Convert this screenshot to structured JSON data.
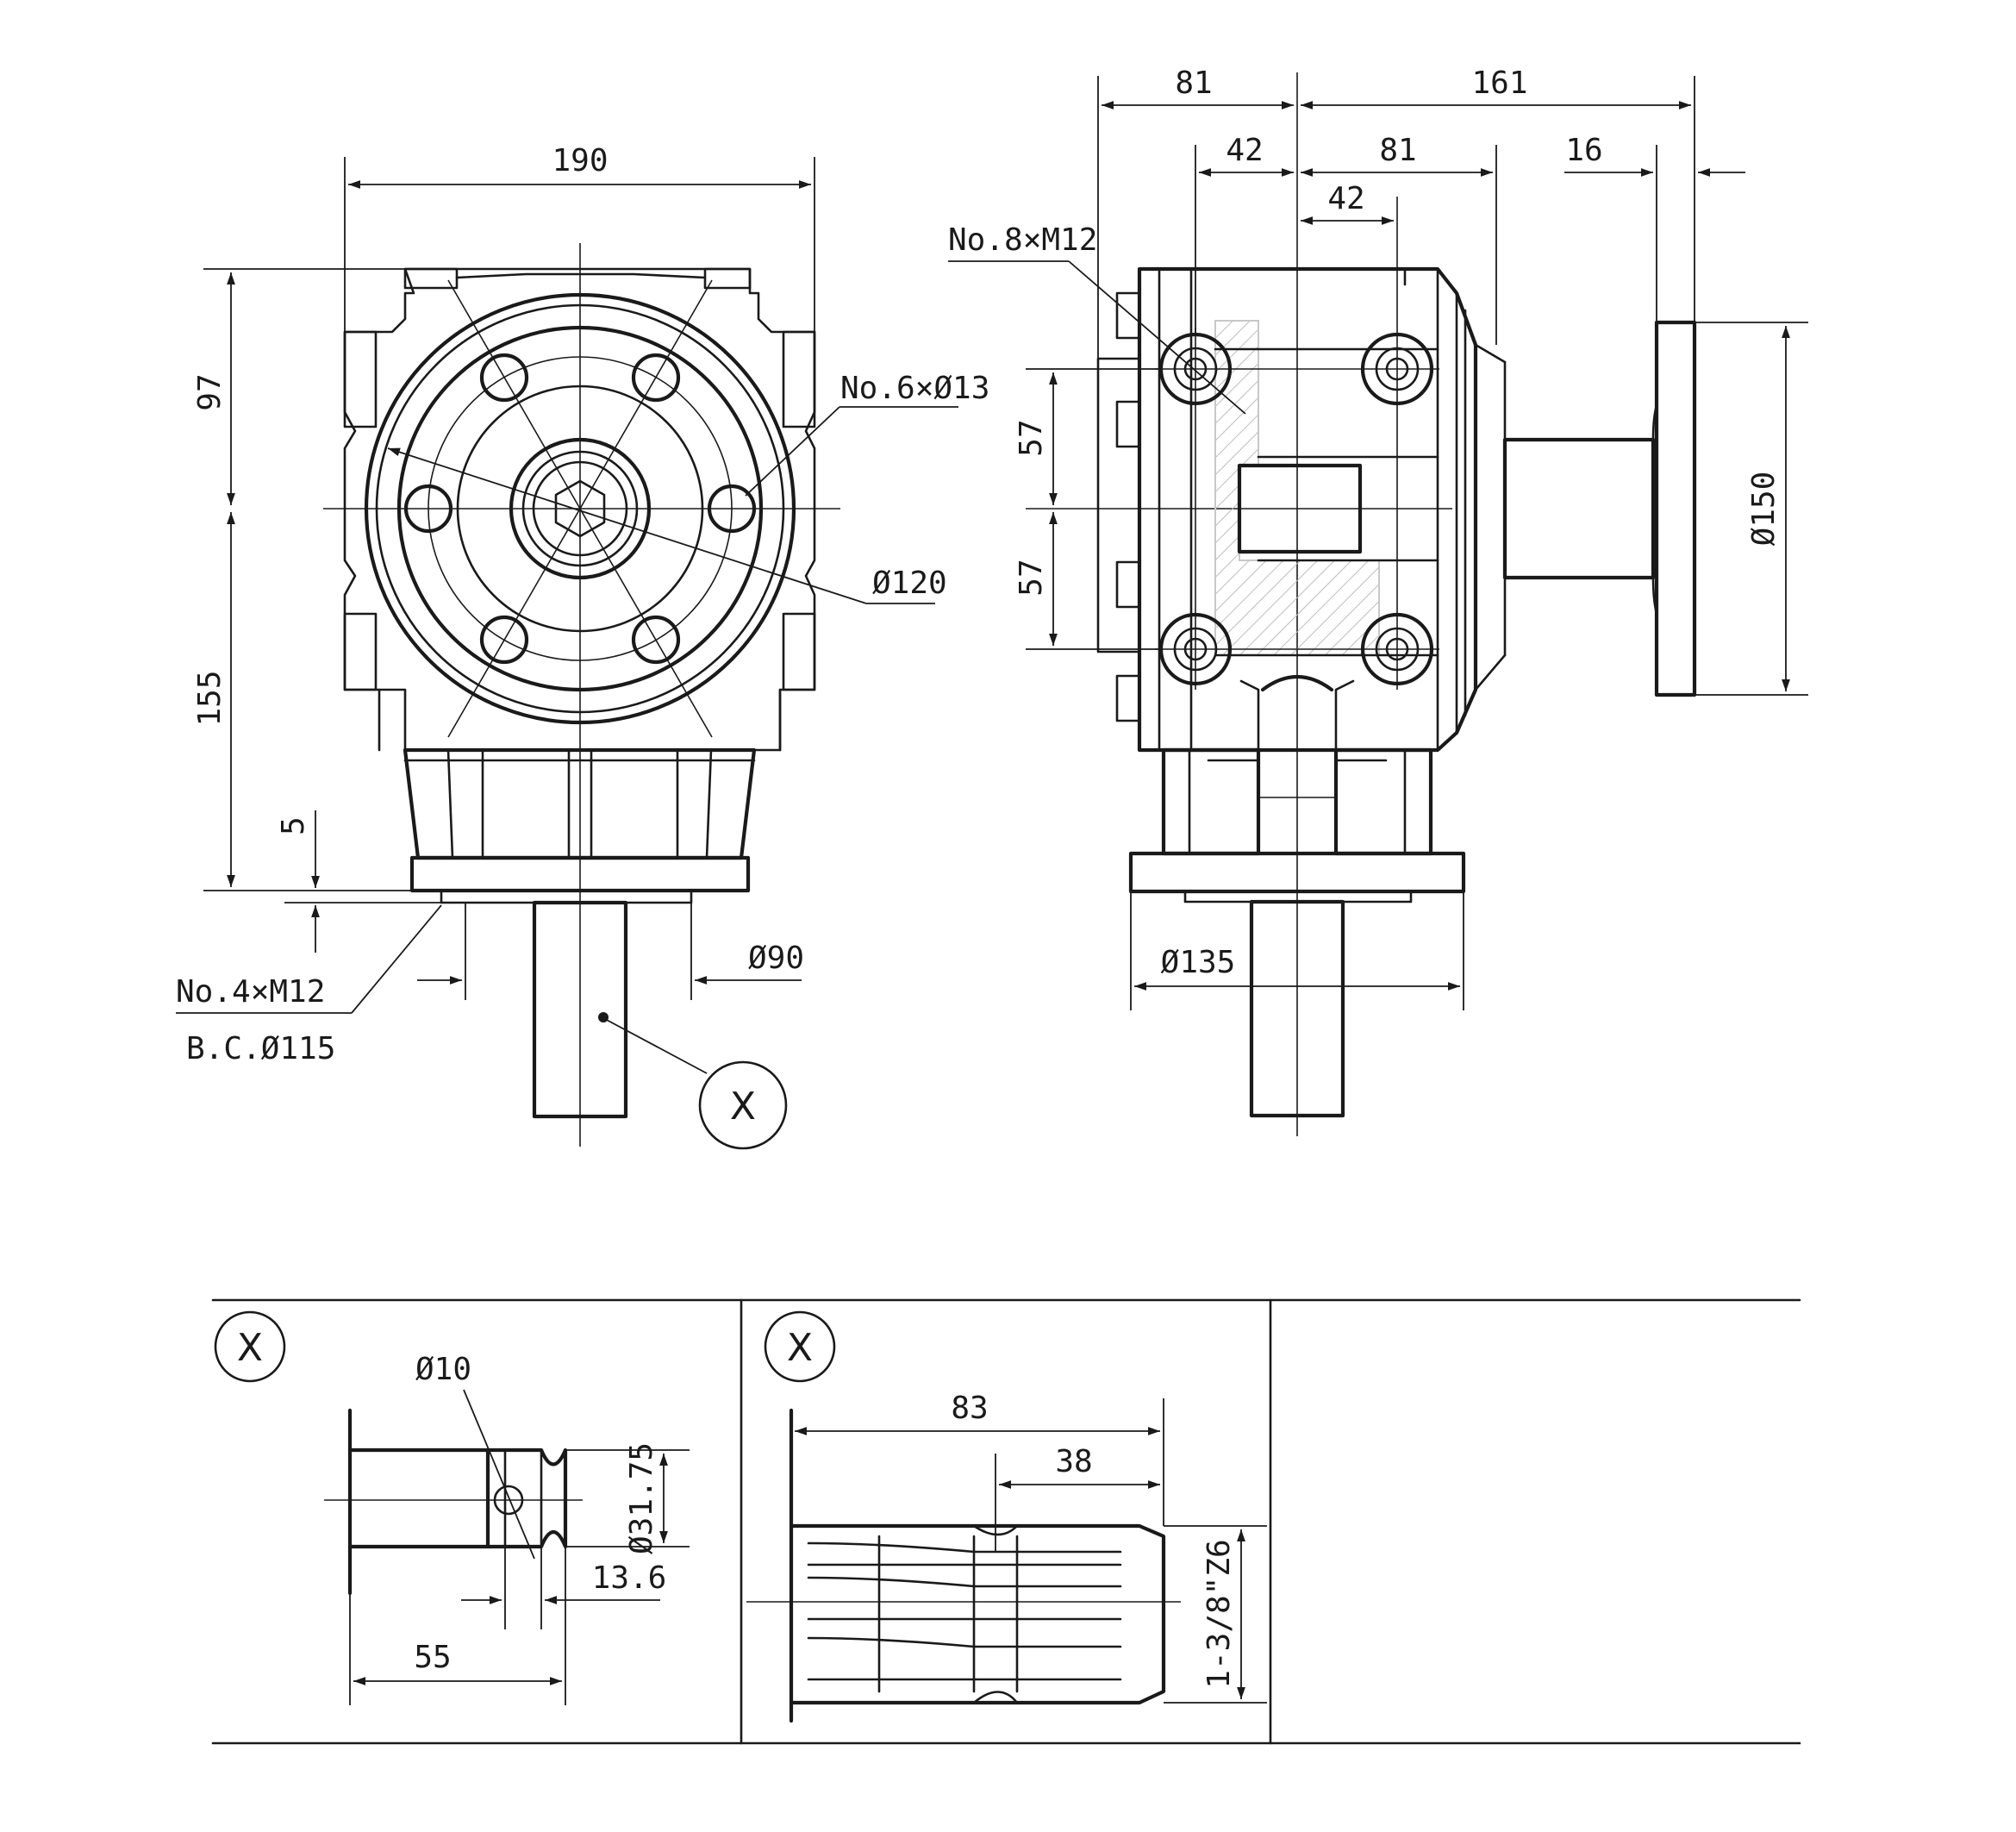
{
  "front_view": {
    "width_190": "190",
    "height_97": "97",
    "height_155": "155",
    "height_5": "5",
    "holes_6x13": "No.6×Ø13",
    "dia_120": "Ø120",
    "dia_90": "Ø90",
    "mount_holes": "No.4×M12",
    "bolt_circle": "B.C.Ø115",
    "detail_ref": "X"
  },
  "side_view": {
    "dim_81_left": "81",
    "dim_161": "161",
    "dim_42_left": "42",
    "dim_81_right": "81",
    "dim_16": "16",
    "dim_42_right": "42",
    "holes_8xM12": "No.8×M12",
    "dim_57_top": "57",
    "dim_57_bottom": "57",
    "dia_150": "Ø150",
    "dia_135": "Ø135"
  },
  "detail_cross": {
    "ref": "X",
    "dia_10": "Ø10",
    "dia_31_75": "Ø31.75",
    "dim_13_6": "13.6",
    "dim_55": "55"
  },
  "detail_spline": {
    "ref": "X",
    "dim_83": "83",
    "dim_38": "38",
    "spline_spec": "1-3/8\"Z6"
  }
}
